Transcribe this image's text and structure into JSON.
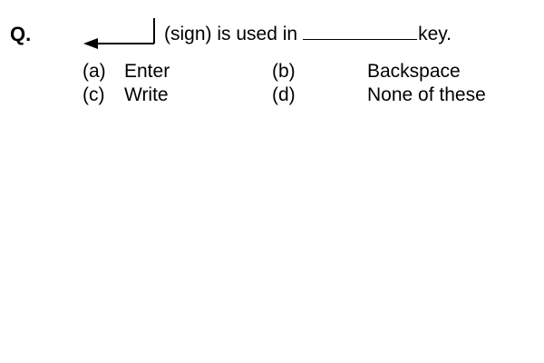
{
  "question": {
    "label": "Q.",
    "symbol_icon": "enter-return-arrow-icon",
    "text_before": "(sign) is used in",
    "text_after": "key."
  },
  "options": {
    "a": {
      "letter": "(a)",
      "text": "Enter"
    },
    "b": {
      "letter": "(b)",
      "text": "Backspace"
    },
    "c": {
      "letter": "(c)",
      "text": "Write"
    },
    "d": {
      "letter": "(d)",
      "text": "None of these"
    }
  }
}
